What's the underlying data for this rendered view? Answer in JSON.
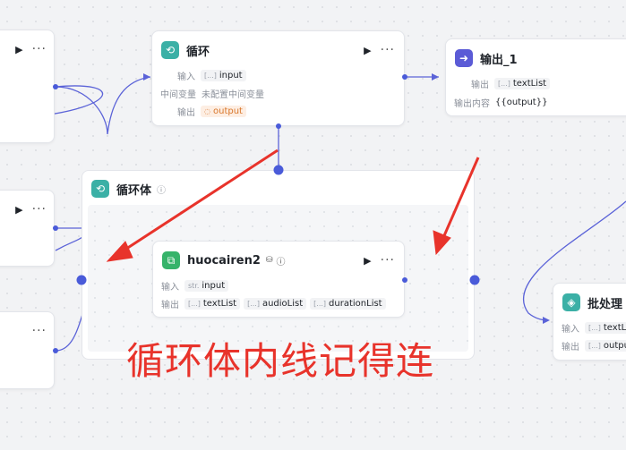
{
  "loop_node": {
    "title": "循环",
    "input_label": "输入",
    "input_type": "[...]",
    "input_value": "input",
    "mid_label": "中间变量",
    "mid_value": "未配置中间变量",
    "output_label": "输出",
    "output_value": "output"
  },
  "output_node": {
    "title": "输出_1",
    "output_label": "输出",
    "output_type": "[...]",
    "output_value": "textList",
    "content_label": "输出内容",
    "content_value": "{{output}}"
  },
  "loop_body": {
    "title": "循环体",
    "info_icon": "info-icon"
  },
  "huocairen_node": {
    "title": "huocairen2",
    "input_label": "输入",
    "input_type": "str.",
    "input_value": "input",
    "output_label": "输出",
    "outputs": [
      {
        "type": "[...]",
        "value": "textList"
      },
      {
        "type": "[...]",
        "value": "audioList"
      },
      {
        "type": "[...]",
        "value": "durationList"
      }
    ]
  },
  "batch_node": {
    "title": "批处理",
    "input_label": "输入",
    "input_type": "[...]",
    "input_value": "textList",
    "output_label": "输出",
    "output_type": "[...]",
    "output_value": "output"
  },
  "annotation_text": "循环体内线记得连",
  "colors": {
    "accent": "#4a5bd9",
    "loop_icon": "#3bb0a6",
    "output_icon": "#5b5bd6",
    "plugin_icon": "#36b36a",
    "batch_icon": "#3bb0a6",
    "annotation": "#e8332b"
  }
}
